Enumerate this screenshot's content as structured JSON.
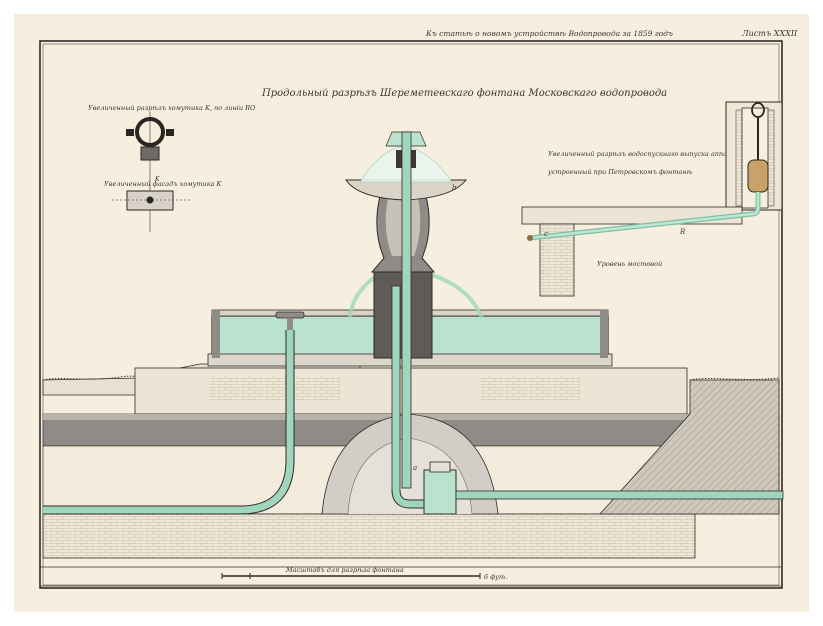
{
  "header": {
    "reference": "Къ статьѣ о новомъ устройствѣ Водопровода за 1859 годъ",
    "sheet_label": "Листъ XXXII"
  },
  "drawing": {
    "title": "Продольный разрѣзъ Шереметевскаго фонтана Московскаго водопровода",
    "detail_left_top": "Увеличенный разрѣзъ хомутика K, по линіи RO",
    "detail_left_bottom": "Увеличенный фасадъ хомутика K",
    "detail_right": [
      "Увеличенный разрѣзъ водоспускнаго выпуска аппаратовъ",
      "устроенный при Петровскомъ фонтанѣ"
    ],
    "detail_right_caption": "Уровень мостовой",
    "scale_caption": "Масштабъ для разрѣза фонтана",
    "scale_end": "6 фут.",
    "markers": {
      "a": "a",
      "b": "b",
      "c": "c",
      "k": "K",
      "r": "R"
    }
  },
  "colors": {
    "paper": "#f6efdf",
    "water": "#b9e3cf",
    "pipe": "#9fd6bd",
    "ink": "#3a3530",
    "stone": "#8f8b86",
    "stone_light": "#c9c3b9",
    "frame": "#2f2a26"
  }
}
